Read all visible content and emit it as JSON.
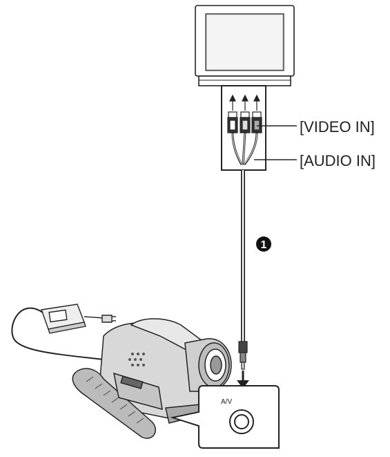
{
  "labels": {
    "video_in": "[VIDEO IN]",
    "audio_in": "[AUDIO IN]",
    "step_number": "1",
    "av_jack": "A/V"
  },
  "icons": {
    "tv": "tv-icon",
    "av_plugs": "rca-plugs-icon",
    "camcorder": "camcorder-icon",
    "ac_adaptor": "ac-adaptor-icon",
    "av_jack": "av-jack-icon"
  },
  "colors": {
    "line": "#222222",
    "tv_screen": "#f4f4f4",
    "camcorder_body": "#d8d8d8",
    "callout_fill": "#ffffff"
  }
}
